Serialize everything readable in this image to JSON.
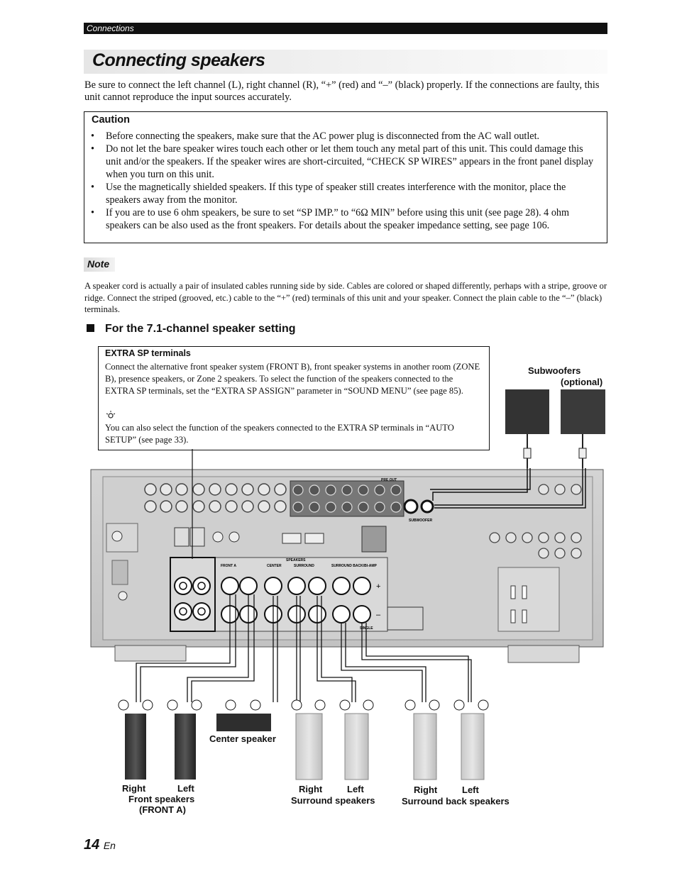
{
  "header": {
    "section_tab": "Connections",
    "title": "Connecting speakers"
  },
  "intro": "Be sure to connect the left channel (L), right channel (R), “+” (red) and “–” (black) properly. If the connections are faulty, this unit cannot reproduce the input sources accurately.",
  "caution": {
    "heading": "Caution",
    "items": [
      "Before connecting the speakers, make sure that the AC power plug is disconnected from the AC wall outlet.",
      "Do not let the bare speaker wires touch each other or let them touch any metal part of this unit. This could damage this unit and/or the speakers. If the speaker wires are short-circuited, “CHECK SP WIRES” appears in the front panel display when you turn on this unit.",
      "Use the magnetically shielded speakers. If this type of speaker still creates interference with the monitor, place the speakers away from the monitor.",
      "If you are to use 6 ohm speakers, be sure to set “SP IMP.” to “6Ω MIN” before using this unit (see page 28). 4 ohm speakers can be also used as the front speakers. For details about the speaker impedance setting, see page 106."
    ]
  },
  "note": {
    "label": "Note",
    "text": "A speaker cord is actually a pair of insulated cables running side by side. Cables are colored or shaped differently, perhaps with a stripe, groove or ridge. Connect the striped (grooved, etc.) cable to the “+” (red) terminals of this unit and your speaker. Connect the plain cable to the “–” (black) terminals."
  },
  "section_heading": "For the 7.1-channel speaker setting",
  "extra_sp": {
    "heading": "EXTRA SP terminals",
    "text": "Connect the alternative front speaker system (FRONT B), front speaker systems in another room (ZONE B), presence speakers, or Zone 2 speakers. To select the function of the speakers connected to the EXTRA SP terminals, set the “EXTRA SP ASSIGN” parameter in “SOUND MENU” (see page 85).",
    "tip_text": "You can also select the function of the speakers connected to the EXTRA SP terminals in “AUTO SETUP” (see page 33)."
  },
  "diagram": {
    "subwoofers_line1": "Subwoofers",
    "subwoofers_line2": "(optional)",
    "subwoofer_jack_label": "SUBWOOFER",
    "pre_out_label": "PRE OUT",
    "speakers_label": "SPEAKERS",
    "front_a": "FRONT A",
    "center": "CENTER",
    "surround": "SURROUND",
    "surround_back": "SURROUND BACK/BI-AMP",
    "single": "SINGLE",
    "center_speaker": "Center speaker",
    "front_right": "Right",
    "front_left": "Left",
    "front_group_line1": "Front speakers",
    "front_group_line2": "(FRONT A)",
    "surround_right": "Right",
    "surround_left": "Left",
    "surround_group": "Surround speakers",
    "sback_right": "Right",
    "sback_left": "Left",
    "sback_group": "Surround back speakers",
    "plus": "+",
    "minus": "–"
  },
  "footer": {
    "page": "14",
    "lang": "En"
  }
}
